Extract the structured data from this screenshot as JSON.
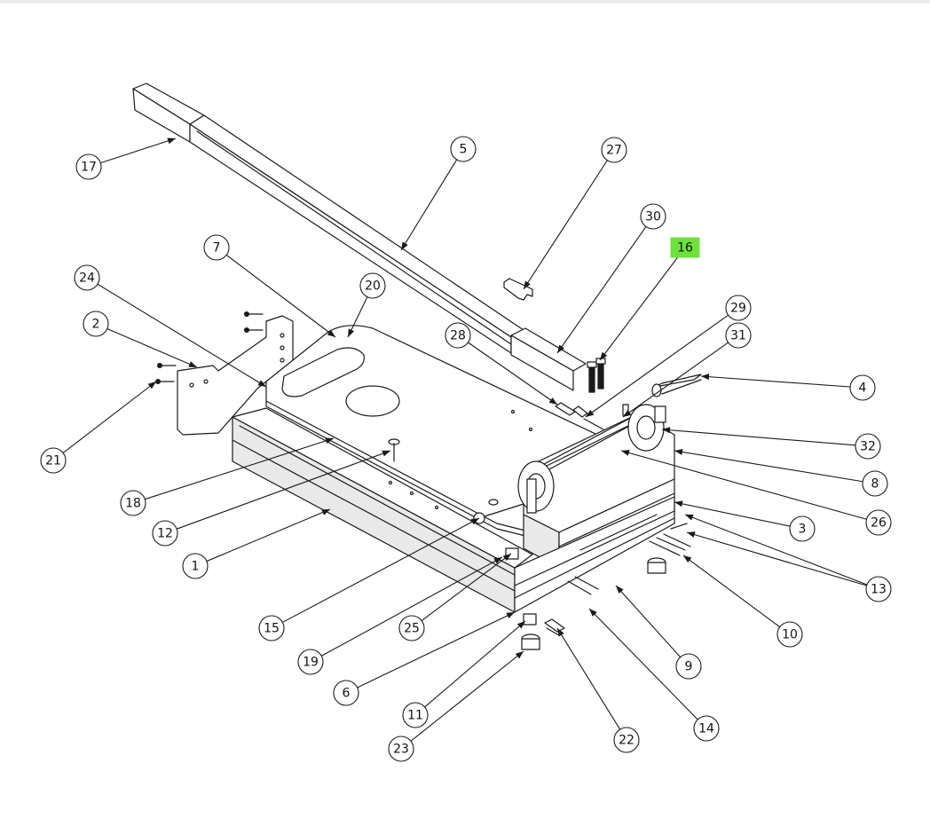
{
  "highlight_color": "#6ee23c",
  "highlighted_callout": "16",
  "callouts": [
    {
      "label": "17"
    },
    {
      "label": "5"
    },
    {
      "label": "27"
    },
    {
      "label": "30"
    },
    {
      "label": "16"
    },
    {
      "label": "7"
    },
    {
      "label": "24"
    },
    {
      "label": "20"
    },
    {
      "label": "2"
    },
    {
      "label": "28"
    },
    {
      "label": "29"
    },
    {
      "label": "31"
    },
    {
      "label": "4"
    },
    {
      "label": "32"
    },
    {
      "label": "21"
    },
    {
      "label": "8"
    },
    {
      "label": "18"
    },
    {
      "label": "26"
    },
    {
      "label": "12"
    },
    {
      "label": "3"
    },
    {
      "label": "1"
    },
    {
      "label": "13"
    },
    {
      "label": "15"
    },
    {
      "label": "25"
    },
    {
      "label": "10"
    },
    {
      "label": "19"
    },
    {
      "label": "6"
    },
    {
      "label": "9"
    },
    {
      "label": "11"
    },
    {
      "label": "14"
    },
    {
      "label": "23"
    },
    {
      "label": "22"
    }
  ]
}
